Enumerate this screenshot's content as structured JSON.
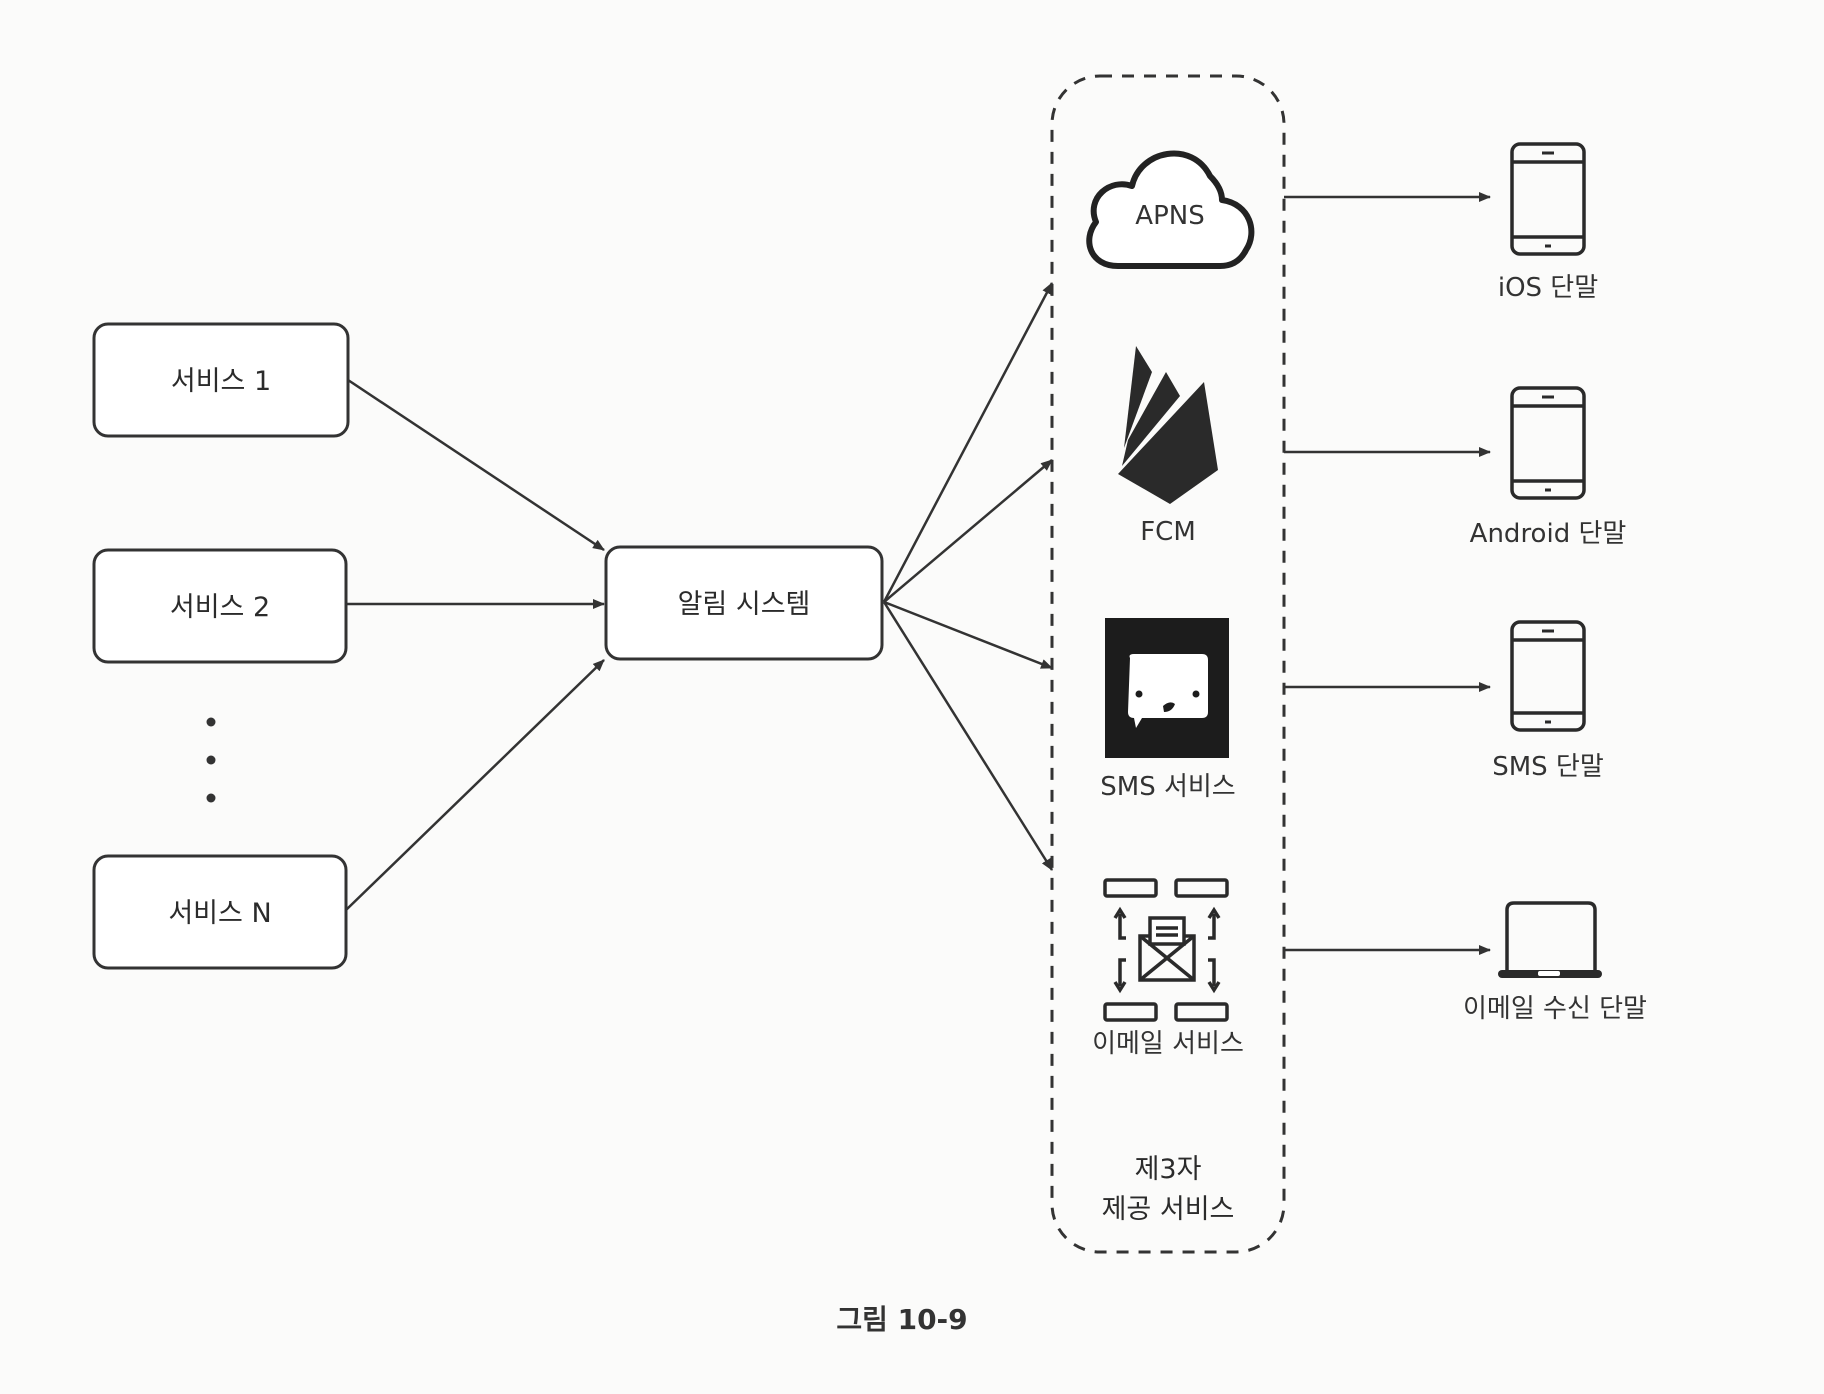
{
  "figure": {
    "caption": "그림 10-9",
    "colors": {
      "ink": "#333333",
      "background": "#fbfbfa"
    }
  },
  "sources": {
    "items": [
      {
        "id": "service-1",
        "label": "서비스 1"
      },
      {
        "id": "service-2",
        "label": "서비스 2"
      },
      {
        "id": "service-n",
        "label": "서비스 N"
      }
    ],
    "ellipsis": "⋮"
  },
  "hub": {
    "id": "notification-system",
    "label": "알림 시스템"
  },
  "third_party_group": {
    "label_line1": "제3자",
    "label_line2": "제공 서비스",
    "providers": [
      {
        "id": "apns",
        "label": "APNS",
        "icon": "cloud-icon"
      },
      {
        "id": "fcm",
        "label": "FCM",
        "icon": "firebase-icon"
      },
      {
        "id": "sms",
        "label": "SMS 서비스",
        "icon": "chat-bubble-icon"
      },
      {
        "id": "email",
        "label": "이메일 서비스",
        "icon": "email-server-icon"
      }
    ]
  },
  "devices": [
    {
      "id": "ios",
      "label": "iOS 단말",
      "icon": "smartphone-icon"
    },
    {
      "id": "android",
      "label": "Android 단말",
      "icon": "smartphone-icon"
    },
    {
      "id": "sms-device",
      "label": "SMS 단말",
      "icon": "smartphone-icon"
    },
    {
      "id": "email-device",
      "label": "이메일 수신 단말",
      "icon": "laptop-icon"
    }
  ],
  "edges": [
    {
      "from": "service-1",
      "to": "notification-system"
    },
    {
      "from": "service-2",
      "to": "notification-system"
    },
    {
      "from": "service-n",
      "to": "notification-system"
    },
    {
      "from": "notification-system",
      "to": "apns"
    },
    {
      "from": "notification-system",
      "to": "fcm"
    },
    {
      "from": "notification-system",
      "to": "sms"
    },
    {
      "from": "notification-system",
      "to": "email"
    },
    {
      "from": "apns",
      "to": "ios"
    },
    {
      "from": "fcm",
      "to": "android"
    },
    {
      "from": "sms",
      "to": "sms-device"
    },
    {
      "from": "email",
      "to": "email-device"
    }
  ]
}
